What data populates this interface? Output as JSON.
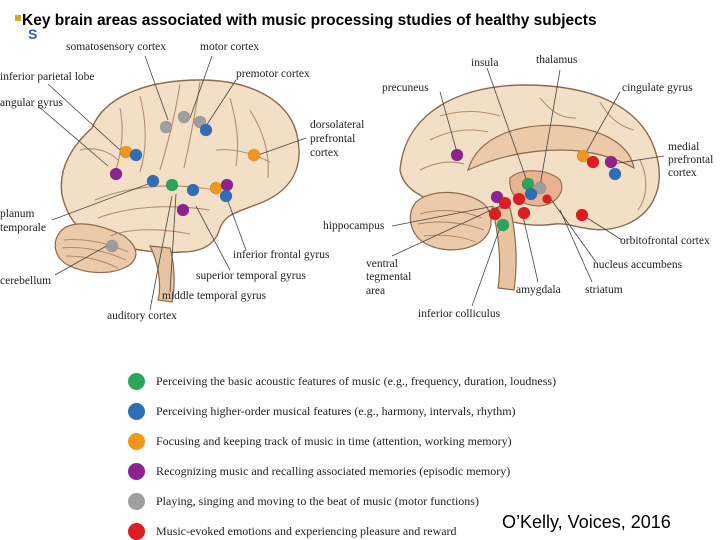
{
  "title": "Key brain areas associated with music processing studies of healthy subjects",
  "title_mark": "S",
  "credit": "O’Kelly, Voices, 2016",
  "labels": {
    "somatosensory": "somatosensory cortex",
    "motor": "motor cortex",
    "inferior_parietal": "inferior parietal lobe",
    "premotor": "premotor cortex",
    "angular": "angular gyrus",
    "dlpfc1": "dorsolateral",
    "dlpfc2": "prefrontal",
    "dlpfc3": "cortex",
    "planum1": "planum",
    "planum2": "temporale",
    "cerebellum": "cerebellum",
    "ifg": "inferior frontal gyrus",
    "stg": "superior temporal gyrus",
    "mtg": "middle temporal gyrus",
    "auditory": "auditory cortex",
    "insula": "insula",
    "thalamus": "thalamus",
    "precuneus": "precuneus",
    "cingulate": "cingulate gyrus",
    "mpfc1": "medial",
    "mpfc2": "prefrontal",
    "mpfc3": "cortex",
    "hippocampus": "hippocampus",
    "vta1": "ventral",
    "vta2": "tegmental",
    "vta3": "area",
    "ofc": "orbitofrontal cortex",
    "accumbens": "nucleus accumbens",
    "amygdala": "amygdala",
    "striatum": "striatum",
    "colliculus": "inferior colliculus"
  },
  "legend": [
    {
      "color": "#2aa55a",
      "text": "Perceiving the basic acoustic features of music (e.g., frequency, duration, loudness)"
    },
    {
      "color": "#2f6db5",
      "text": "Perceiving higher-order musical features (e.g., harmony, intervals, rhythm)"
    },
    {
      "color": "#f0961c",
      "text": "Focusing and keeping track of music in time (attention, working memory)"
    },
    {
      "color": "#8e2390",
      "text": "Recognizing music and recalling associated memories (episodic memory)"
    },
    {
      "color": "#9e9e9e",
      "text": "Playing, singing and moving to the beat of music (motor functions)"
    },
    {
      "color": "#dd1c24",
      "text": "Music-evoked emotions and experiencing pleasure and reward"
    }
  ],
  "colors": {
    "basic_acoustic": "#2aa55a",
    "higher_order": "#2f6db5",
    "attention": "#f0961c",
    "memory": "#8e2390",
    "motor": "#9e9e9e",
    "emotion": "#dd1c24",
    "cortex_fill": "#f3dfc6",
    "deep_fill": "#e9b391"
  }
}
